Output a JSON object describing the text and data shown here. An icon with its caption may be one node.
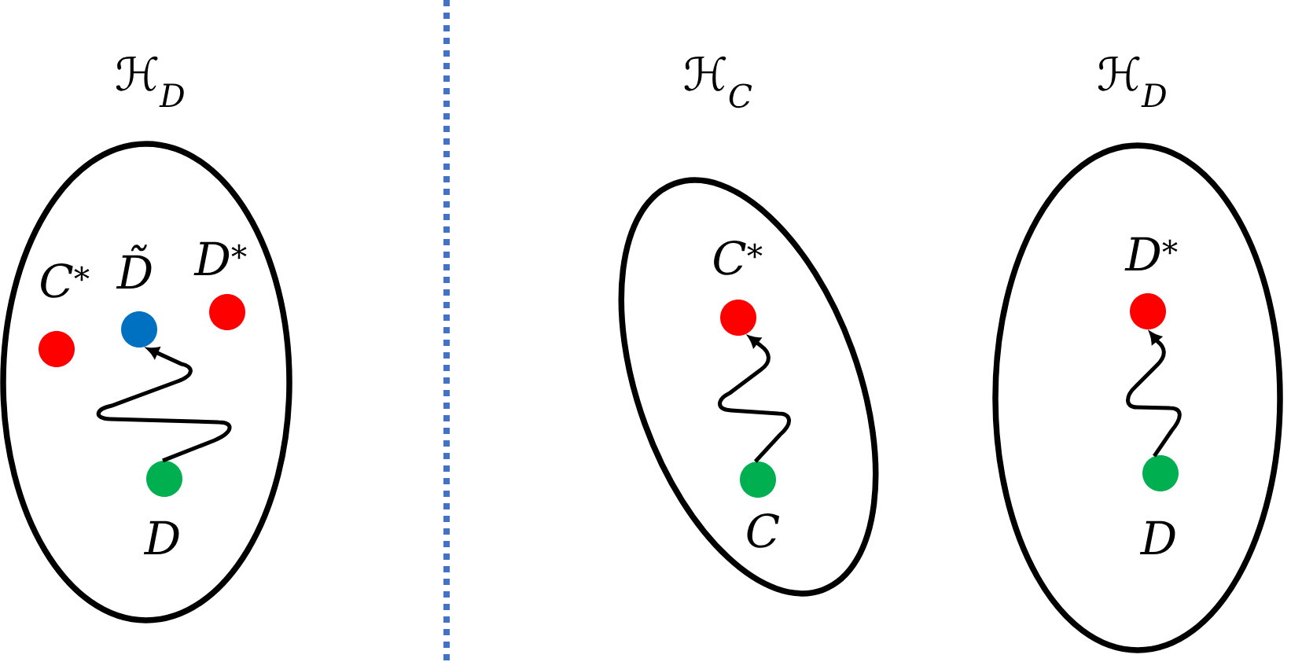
{
  "diagram": {
    "nodes": [
      {
        "text": [
          "ℋ$_{D}$"
        ]
      },
      {
        "text": [],
        "shape": "circle",
        "in": 0,
        "beside": [
          "C$^{*}$"
        ]
      },
      {
        "text": [],
        "shape": "circle",
        "in": 0,
        "beside": [
          "D̃"
        ]
      },
      {
        "text": [],
        "shape": "circle",
        "in": 0,
        "beside": [
          "D$^{*}$"
        ]
      },
      {
        "text": [],
        "shape": "circle",
        "in": 0,
        "beside": [
          "D"
        ]
      },
      {
        "text": [
          "ℋ$_{C}$"
        ]
      },
      {
        "text": [],
        "shape": "circle",
        "in": 5,
        "beside": [
          "C$^{*}$"
        ]
      },
      {
        "text": [],
        "shape": "circle",
        "in": 5,
        "beside": [
          "C"
        ]
      },
      {
        "text": [
          "ℋ$_{D}$"
        ]
      },
      {
        "text": [],
        "shape": "circle",
        "in": 8,
        "beside": [
          "D$^{*}$"
        ]
      },
      {
        "text": [],
        "shape": "circle",
        "in": 8,
        "beside": [
          "D"
        ]
      }
    ],
    "edges": [
      {
        "from": 4,
        "to": 2,
        "arrow": "to"
      },
      {
        "from": 7,
        "to": 6,
        "arrow": "to"
      },
      {
        "from": 10,
        "to": 9,
        "arrow": "to"
      }
    ]
  }
}
